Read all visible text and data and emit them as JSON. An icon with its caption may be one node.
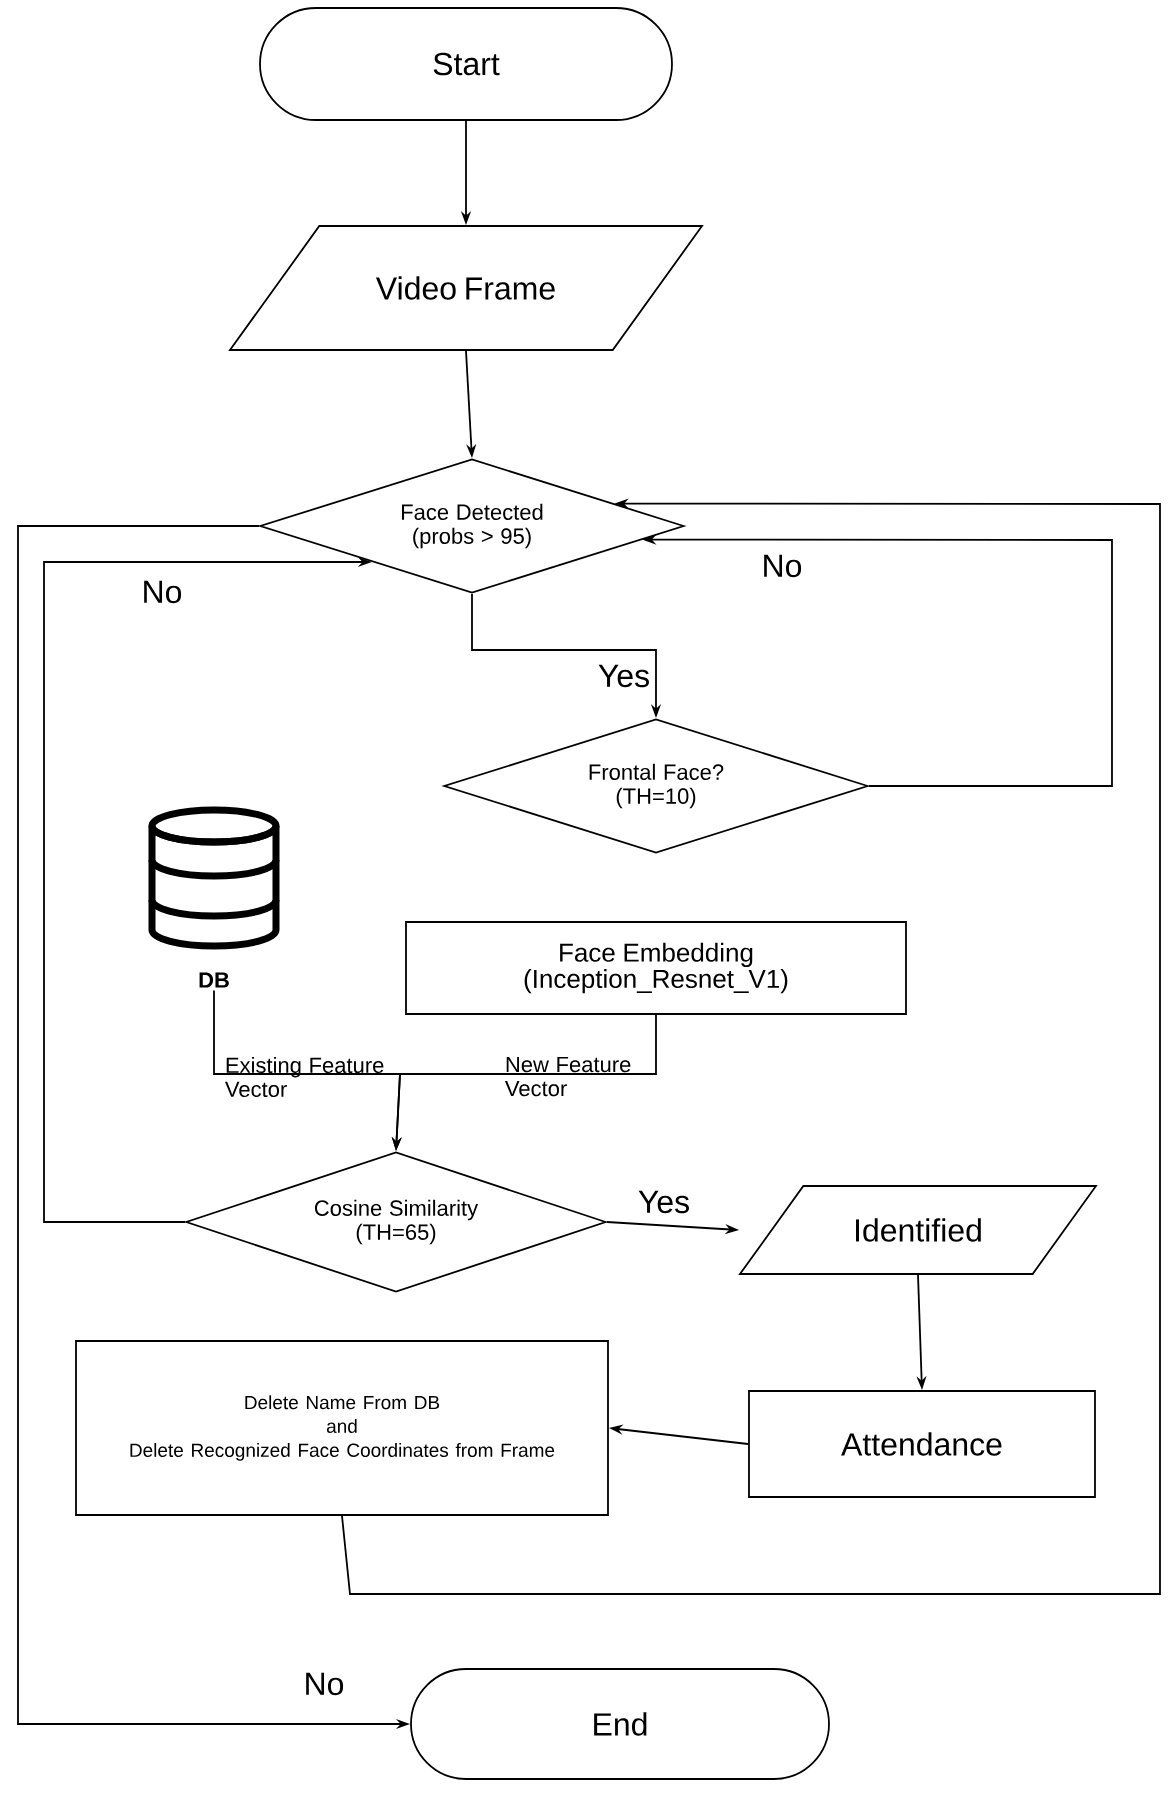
{
  "diagram": {
    "nodes": [
      {
        "text": [
          "Start"
        ]
      },
      {
        "text": [
          "Video Frame"
        ]
      },
      {
        "text": [
          "Face Detected (probs > 95)"
        ]
      },
      {
        "text": [
          "Frontal Face? (TH=10)"
        ]
      },
      {
        "text": [
          "Face Embedding (Inception_Resnet_V1)"
        ]
      },
      {
        "text": [
          "DB"
        ]
      },
      {
        "text": [
          "Cosine Similarity (TH=65)"
        ]
      },
      {
        "text": [
          "Identified"
        ]
      },
      {
        "text": [
          "Attendance"
        ]
      },
      {
        "text": [
          "Delete Name From DB",
          "and",
          "Delete Recognized Face Coordinates from Frame"
        ]
      },
      {
        "text": [
          "End"
        ]
      }
    ],
    "edges": [
      {
        "from": 0,
        "to": 1,
        "arrow": "to"
      },
      {
        "from": 1,
        "to": 2,
        "arrow": "to"
      },
      {
        "from": 2,
        "to": 3,
        "arrow": "to",
        "label": "Yes"
      },
      {
        "from": 3,
        "to": 2,
        "arrow": "to",
        "label": "No"
      },
      {
        "from": 2,
        "to": 10,
        "arrow": "to",
        "label": "No"
      },
      {
        "from": 5,
        "to": 6,
        "arrow": "to",
        "label": "Existing Feature Vector"
      },
      {
        "from": 4,
        "to": 6,
        "arrow": "to",
        "label": "New Feature Vector"
      },
      {
        "from": 6,
        "to": 7,
        "arrow": "to",
        "label": "Yes"
      },
      {
        "from": 6,
        "to": 2,
        "arrow": "to",
        "label": "No"
      },
      {
        "from": 7,
        "to": 8,
        "arrow": "to"
      },
      {
        "from": 8,
        "to": 9,
        "arrow": "to"
      },
      {
        "from": 9,
        "to": 2,
        "arrow": "to"
      }
    ]
  }
}
